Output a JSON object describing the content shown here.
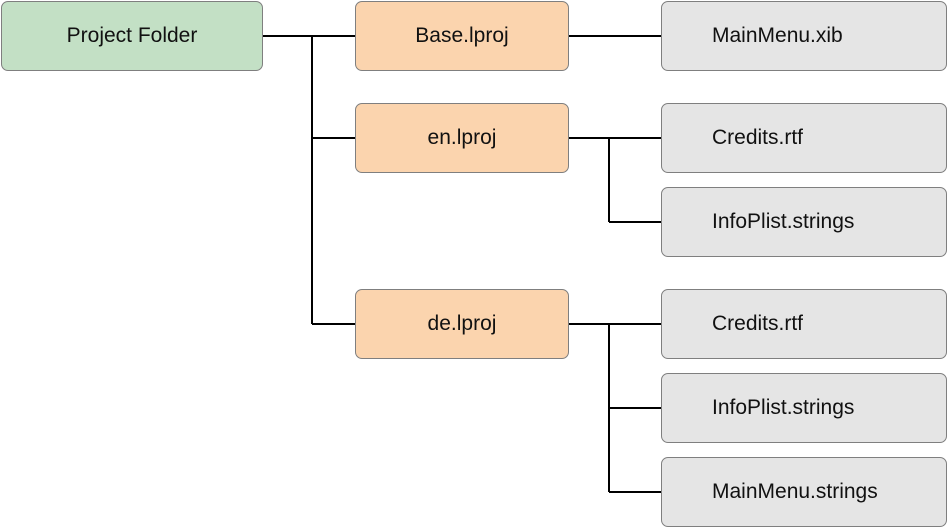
{
  "root": {
    "label": "Project Folder"
  },
  "folders": [
    {
      "label": "Base.lproj",
      "files": [
        "MainMenu.xib"
      ]
    },
    {
      "label": "en.lproj",
      "files": [
        "Credits.rtf",
        "InfoPlist.strings"
      ]
    },
    {
      "label": "de.lproj",
      "files": [
        "Credits.rtf",
        "InfoPlist.strings",
        "MainMenu.strings"
      ]
    }
  ],
  "colors": {
    "root_fill": "#c3e0c5",
    "folder_fill": "#fbd4ae",
    "file_fill": "#e5e5e5",
    "border": "#7f7f7f",
    "line": "#000000"
  }
}
